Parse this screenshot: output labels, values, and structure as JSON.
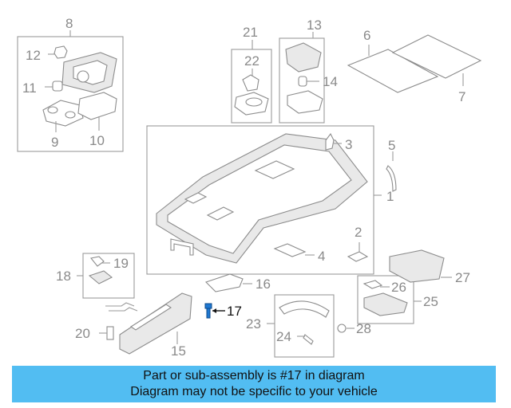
{
  "colors": {
    "banner_bg": "#52bdf2",
    "highlight": "#1e78d2",
    "line": "#9a9a9a",
    "text": "#8a8a8a"
  },
  "callouts": {
    "c1": "1",
    "c2": "2",
    "c3": "3",
    "c4": "4",
    "c5": "5",
    "c6": "6",
    "c7": "7",
    "c8": "8",
    "c9": "9",
    "c10": "10",
    "c11": "11",
    "c12": "12",
    "c13": "13",
    "c14": "14",
    "c15": "15",
    "c16": "16",
    "c17": "17",
    "c18": "18",
    "c19": "19",
    "c20": "20",
    "c21": "21",
    "c22": "22",
    "c23": "23",
    "c24": "24",
    "c25": "25",
    "c26": "26",
    "c27": "27",
    "c28": "28"
  },
  "highlighted_part": "17",
  "banner": {
    "line1": "Part or sub-assembly is #17 in diagram",
    "line2": "Diagram may not be specific to your vehicle"
  }
}
